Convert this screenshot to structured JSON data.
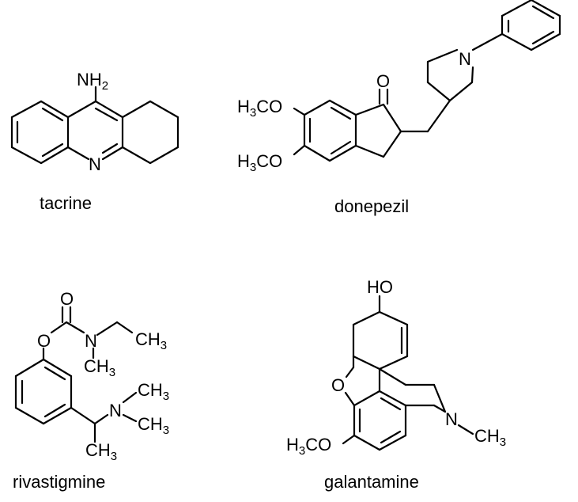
{
  "figure": {
    "compounds": [
      {
        "name": "tacrine",
        "atoms": {
          "amine": "NH",
          "amine_sub": "2",
          "ring_n": "N"
        }
      },
      {
        "name": "donepezil",
        "atoms": {
          "ketone_o": "O",
          "piperidine_n": "N",
          "methoxy_1": "H",
          "methoxy_1_sub": "3",
          "methoxy_1_tail": "CO",
          "methoxy_2": "H",
          "methoxy_2_sub": "3",
          "methoxy_2_tail": "CO"
        }
      },
      {
        "name": "rivastigmine",
        "atoms": {
          "carbonyl_o": "O",
          "ester_o": "O",
          "carbamate_n": "N",
          "amine_n": "N",
          "ethyl_ch3": "CH",
          "ethyl_ch3_sub": "3",
          "n_methyl": "CH",
          "n_methyl_sub": "3",
          "nme_a": "CH",
          "nme_a_sub": "3",
          "nme_b": "CH",
          "nme_b_sub": "3",
          "alpha_methyl": "CH",
          "alpha_methyl_sub": "3"
        }
      },
      {
        "name": "galantamine",
        "atoms": {
          "hydroxyl": "HO",
          "ether_o": "O",
          "ring_n": "N",
          "n_methyl": "CH",
          "n_methyl_sub": "3",
          "methoxy": "H",
          "methoxy_sub": "3",
          "methoxy_tail": "CO"
        }
      }
    ]
  }
}
